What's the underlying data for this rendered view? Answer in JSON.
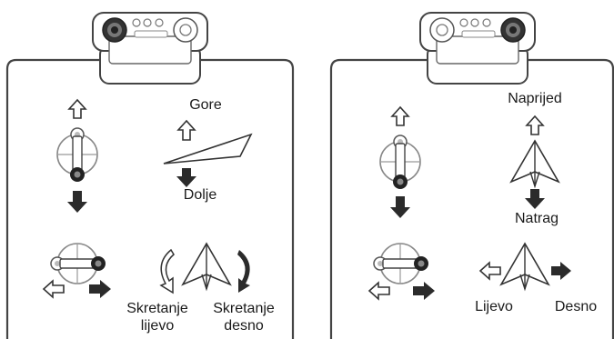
{
  "left_panel": {
    "labels": {
      "up": "Gore",
      "down": "Dolje",
      "turn_left_1": "Skretanje",
      "turn_left_2": "lijevo",
      "turn_right_1": "Skretanje",
      "turn_right_2": "desno"
    },
    "highlighted_stick": "left"
  },
  "right_panel": {
    "labels": {
      "forward": "Naprijed",
      "backward": "Natrag",
      "left": "Lijevo",
      "right": "Desno"
    },
    "highlighted_stick": "right"
  }
}
